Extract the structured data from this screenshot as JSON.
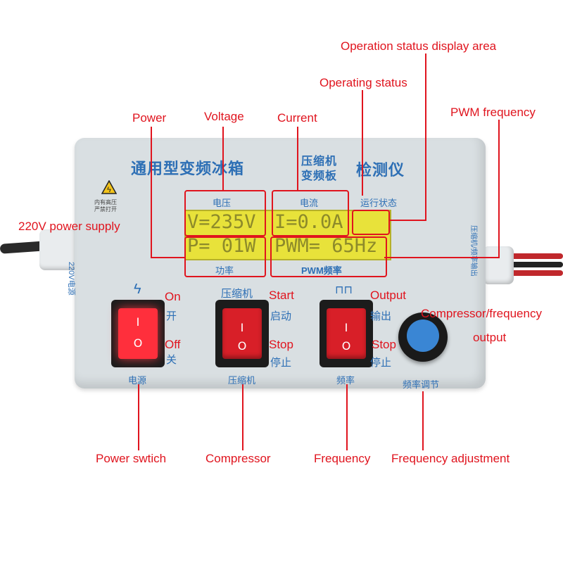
{
  "annotations": {
    "operation_status_area": "Operation status display area",
    "operating_status": "Operating status",
    "power": "Power",
    "voltage": "Voltage",
    "current": "Current",
    "pwm_frequency": "PWM frequency",
    "supply_220v": "220V power supply",
    "on": "On",
    "off": "Off",
    "start": "Start",
    "stop_compressor": "Stop",
    "output": "Output",
    "stop_frequency": "Stop",
    "compressor_frequency_output_line1": "Compressor/frequency",
    "compressor_frequency_output_line2": "output",
    "power_switch": "Power swtich",
    "compressor": "Compressor",
    "frequency": "Frequency",
    "frequency_adjustment": "Frequency adjustment"
  },
  "device": {
    "title_left": "通用型变频冰箱",
    "title_mid_top": "压缩机",
    "title_mid_bottom": "变频板",
    "title_right": "检测仪",
    "warning_line1": "内有高压",
    "warning_line2": "严禁打开",
    "side_left": "220V电源",
    "side_right": "压缩机/频率输出",
    "lcd_header_voltage": "电压",
    "lcd_header_current": "电流",
    "lcd_header_status": "运行状态",
    "lcd_footer_power": "功率",
    "lcd_footer_pwm": "PWM频率",
    "switch_power_on": "开",
    "switch_power_off": "关",
    "switch_power_caption": "电源",
    "switch_comp_top": "压缩机",
    "switch_comp_start": "启动",
    "switch_comp_stop": "停止",
    "switch_comp_caption": "压缩机",
    "switch_freq_output": "输出",
    "switch_freq_stop": "停止",
    "switch_freq_caption": "频率",
    "knob_caption": "频率调节"
  },
  "lcd": {
    "voltage": "V=235V",
    "current": "I=0.0A",
    "power": "P= 01W",
    "pwm": "PWM= 65Hz"
  },
  "colors": {
    "annotation": "#e0141e",
    "lcd_background": "#e8e23a",
    "panel_text": "#2d6fb5",
    "rocker": "#d81f28"
  }
}
